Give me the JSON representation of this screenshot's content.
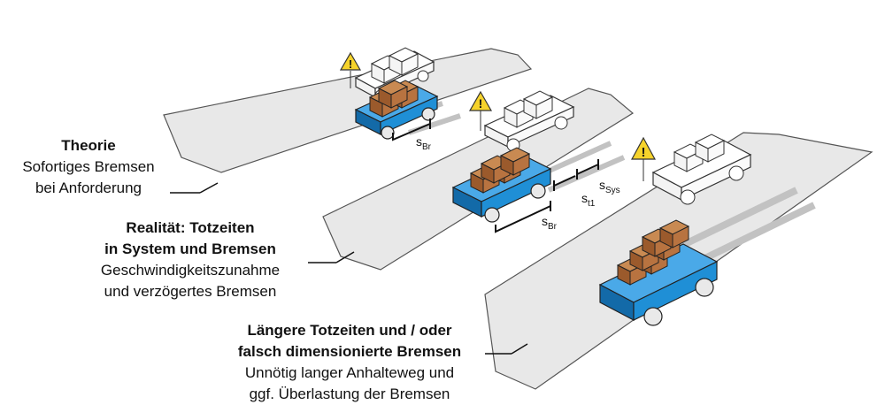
{
  "scenarios": [
    {
      "heading_lines": [
        "Theorie"
      ],
      "body_lines": [
        "Sofortiges Bremsen",
        "bei Anforderung"
      ],
      "measures": [
        {
          "base": "s",
          "sub": "Br"
        }
      ]
    },
    {
      "heading_lines": [
        "Realität: Totzeiten",
        "in System und Bremsen"
      ],
      "body_lines": [
        "Geschwindigkeitszunahme",
        "und verzögertes Bremsen"
      ],
      "measures": [
        {
          "base": "s",
          "sub": "Sys"
        },
        {
          "base": "s",
          "sub": "t1"
        },
        {
          "base": "s",
          "sub": "Br"
        }
      ]
    },
    {
      "heading_lines": [
        "Längere Totzeiten und / oder",
        "falsch dimensionierte Bremsen"
      ],
      "body_lines": [
        "Unnötig langer Anhalteweg und",
        "ggf. Überlastung der Bremsen"
      ],
      "measures": []
    }
  ],
  "warning_symbol": "!",
  "icons": [
    "warning-triangle-icon"
  ],
  "colors": {
    "vehicle_blue": "#1f8fd6",
    "vehicle_blue_dark": "#136aa8",
    "cargo_brown": "#9b5a2c",
    "cargo_brown_light": "#b87340",
    "lane_gray": "#e6e6e6",
    "track_gray": "#bdbdbd",
    "warning_yellow": "#f6d32b"
  }
}
